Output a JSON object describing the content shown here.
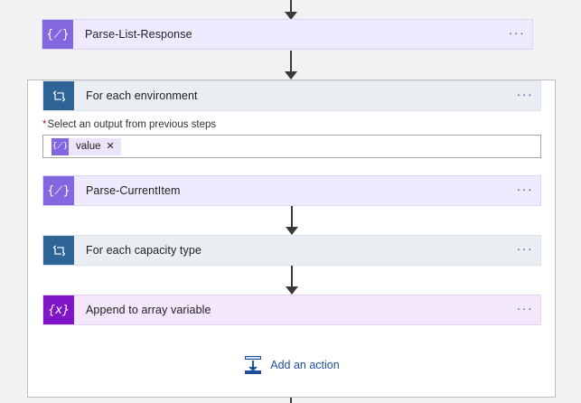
{
  "canvas": {
    "background_color": "#f2f2f2",
    "accent_color": "#1f4e9c"
  },
  "connectors": {
    "top_incoming": "arrow-down",
    "between_parse_and_foreach": "arrow-down",
    "between_parse_currentitem_and_capacity": "arrow-down",
    "between_capacity_and_append": "arrow-down",
    "bottom_outgoing": "line-down"
  },
  "steps": {
    "parse_list_response": {
      "title": "Parse-List-Response",
      "icon": "parse-json-icon",
      "icon_glyph": "{⟋}",
      "icon_color": "#8367e0",
      "card_color": "#f0eaff",
      "menu": "···"
    },
    "for_each_environment": {
      "title": "For each environment",
      "icon": "foreach-loop-icon",
      "icon_color": "#2f6496",
      "card_color": "#e9eef3",
      "menu": "···",
      "field": {
        "label": "Select an output from previous steps",
        "required_marker": "*",
        "token": {
          "label": "value",
          "icon": "parse-json-token-icon",
          "icon_glyph": "{⟋}",
          "close": "✕"
        }
      }
    },
    "parse_current_item": {
      "title": "Parse-CurrentItem",
      "icon": "parse-json-icon",
      "icon_glyph": "{⟋}",
      "icon_color": "#8367e0",
      "card_color": "#f0eaff",
      "menu": "···"
    },
    "for_each_capacity_type": {
      "title": "For each capacity type",
      "icon": "foreach-loop-icon",
      "icon_color": "#2f6496",
      "card_color": "#e9eef3",
      "menu": "···"
    },
    "append_to_array_variable": {
      "title": "Append to array variable",
      "icon": "variables-icon",
      "icon_glyph": "{x}",
      "icon_color": "#8014c8",
      "card_color": "#f3e7fb",
      "menu": "···"
    }
  },
  "add_action": {
    "label": "Add an action",
    "icon": "insert-action-icon"
  }
}
